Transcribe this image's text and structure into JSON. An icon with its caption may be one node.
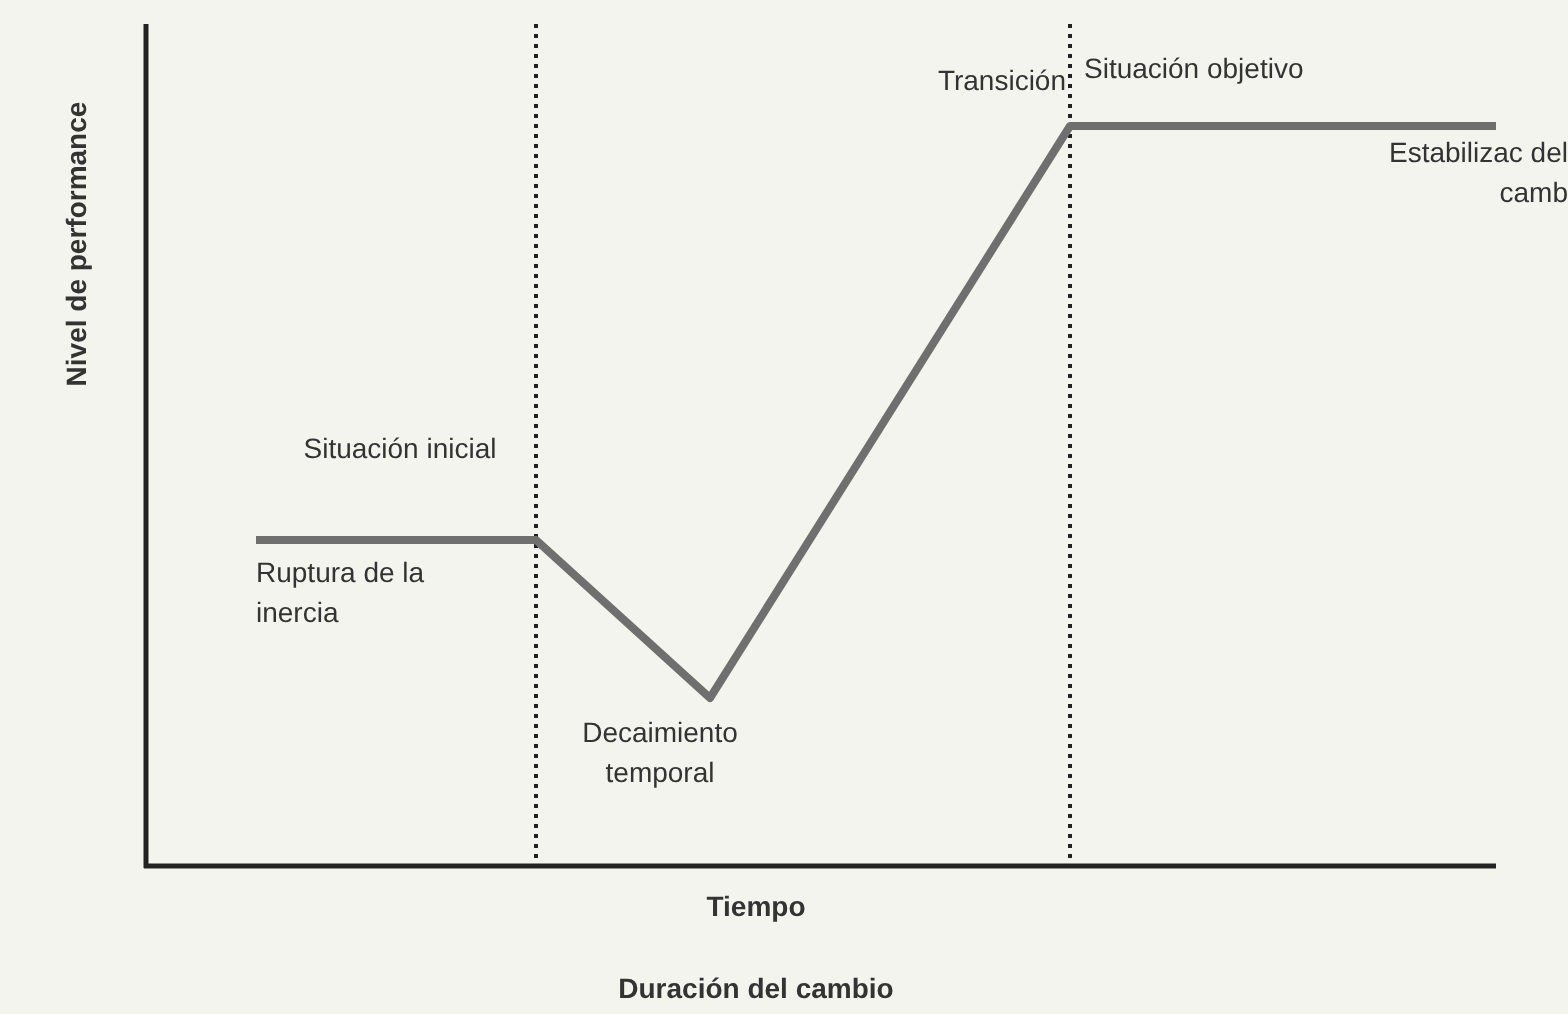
{
  "diagram": {
    "labels": [
      "Nivel de performance",
      "Transición",
      "Situación objetivo",
      "Estabilizac del camb",
      "Situación inicial",
      "Ruptura de la inercia",
      "Decaimiento temporal",
      "Tiempo",
      "Duración del cambio"
    ]
  }
}
